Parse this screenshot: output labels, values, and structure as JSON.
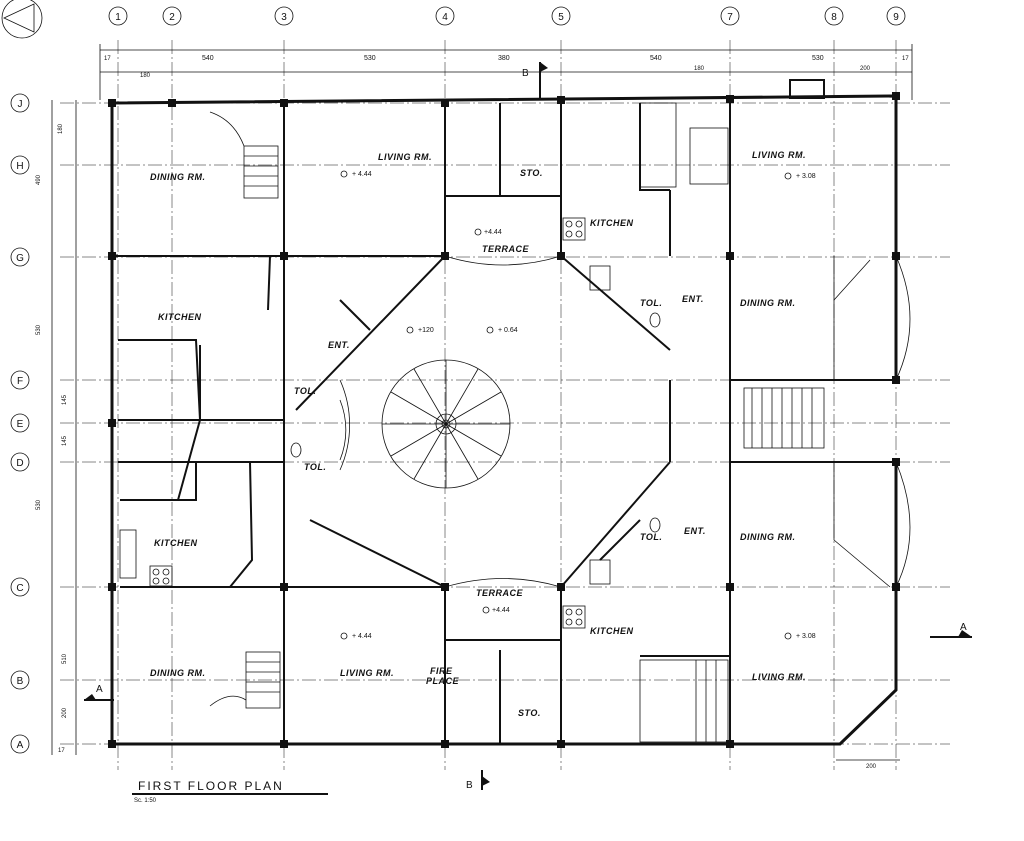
{
  "title": "FIRST FLOOR PLAN",
  "scale": "Sc. 1:50",
  "grid_columns": [
    "1",
    "2",
    "3",
    "4",
    "5",
    "7",
    "8",
    "9"
  ],
  "grid_rows": [
    "J",
    "H",
    "G",
    "F",
    "E",
    "D",
    "C",
    "B",
    "A"
  ],
  "section_markers": {
    "a_left": "A",
    "a_right": "A",
    "b_top": "B",
    "b_bottom": "B"
  },
  "top_dimensions": {
    "overall": [
      "17",
      "540",
      "530",
      "380",
      "540",
      "530",
      "17"
    ],
    "secondary": [
      "180",
      "180",
      "200"
    ]
  },
  "left_dimensions": [
    "180",
    "490",
    "530",
    "145",
    "145",
    "530",
    "510",
    "200",
    "17"
  ],
  "bottom_dimensions": [
    "200"
  ],
  "rooms": {
    "nw_dining": "DINING RM.",
    "nw_living": "LIVING RM.",
    "n_sto": "STO.",
    "n_terrace": "TERRACE",
    "ne_kitchen": "KITCHEN",
    "ne_living": "LIVING RM.",
    "ne_dining": "DINING RM.",
    "ne_ent": "ENT.",
    "ne_tol": "TOL.",
    "w_kitchen_upper": "KITCHEN",
    "w_ent": "ENT.",
    "w_tol_upper": "TOL.",
    "w_tol_lower": "TOL.",
    "w_kitchen_lower": "KITCHEN",
    "se_ent": "ENT.",
    "se_tol": "TOL.",
    "se_dining": "DINING RM.",
    "s_terrace": "TERRACE",
    "se_kitchen": "KITCHEN",
    "se_living": "LIVING RM.",
    "sw_dining": "DINING RM.",
    "sw_living": "LIVING RM.",
    "fire_place_1": "FIRE",
    "fire_place_2": "PLACE",
    "s_sto": "STO."
  },
  "levels": {
    "nw_living": "+ 4.44",
    "n_terrace": "+4.44",
    "ne_living": "+ 3.08",
    "center_left": "+120",
    "center_right": "+ 0.64",
    "s_terrace": "+4.44",
    "sw_living": "+ 4.44",
    "se_living": "+ 3.08"
  }
}
